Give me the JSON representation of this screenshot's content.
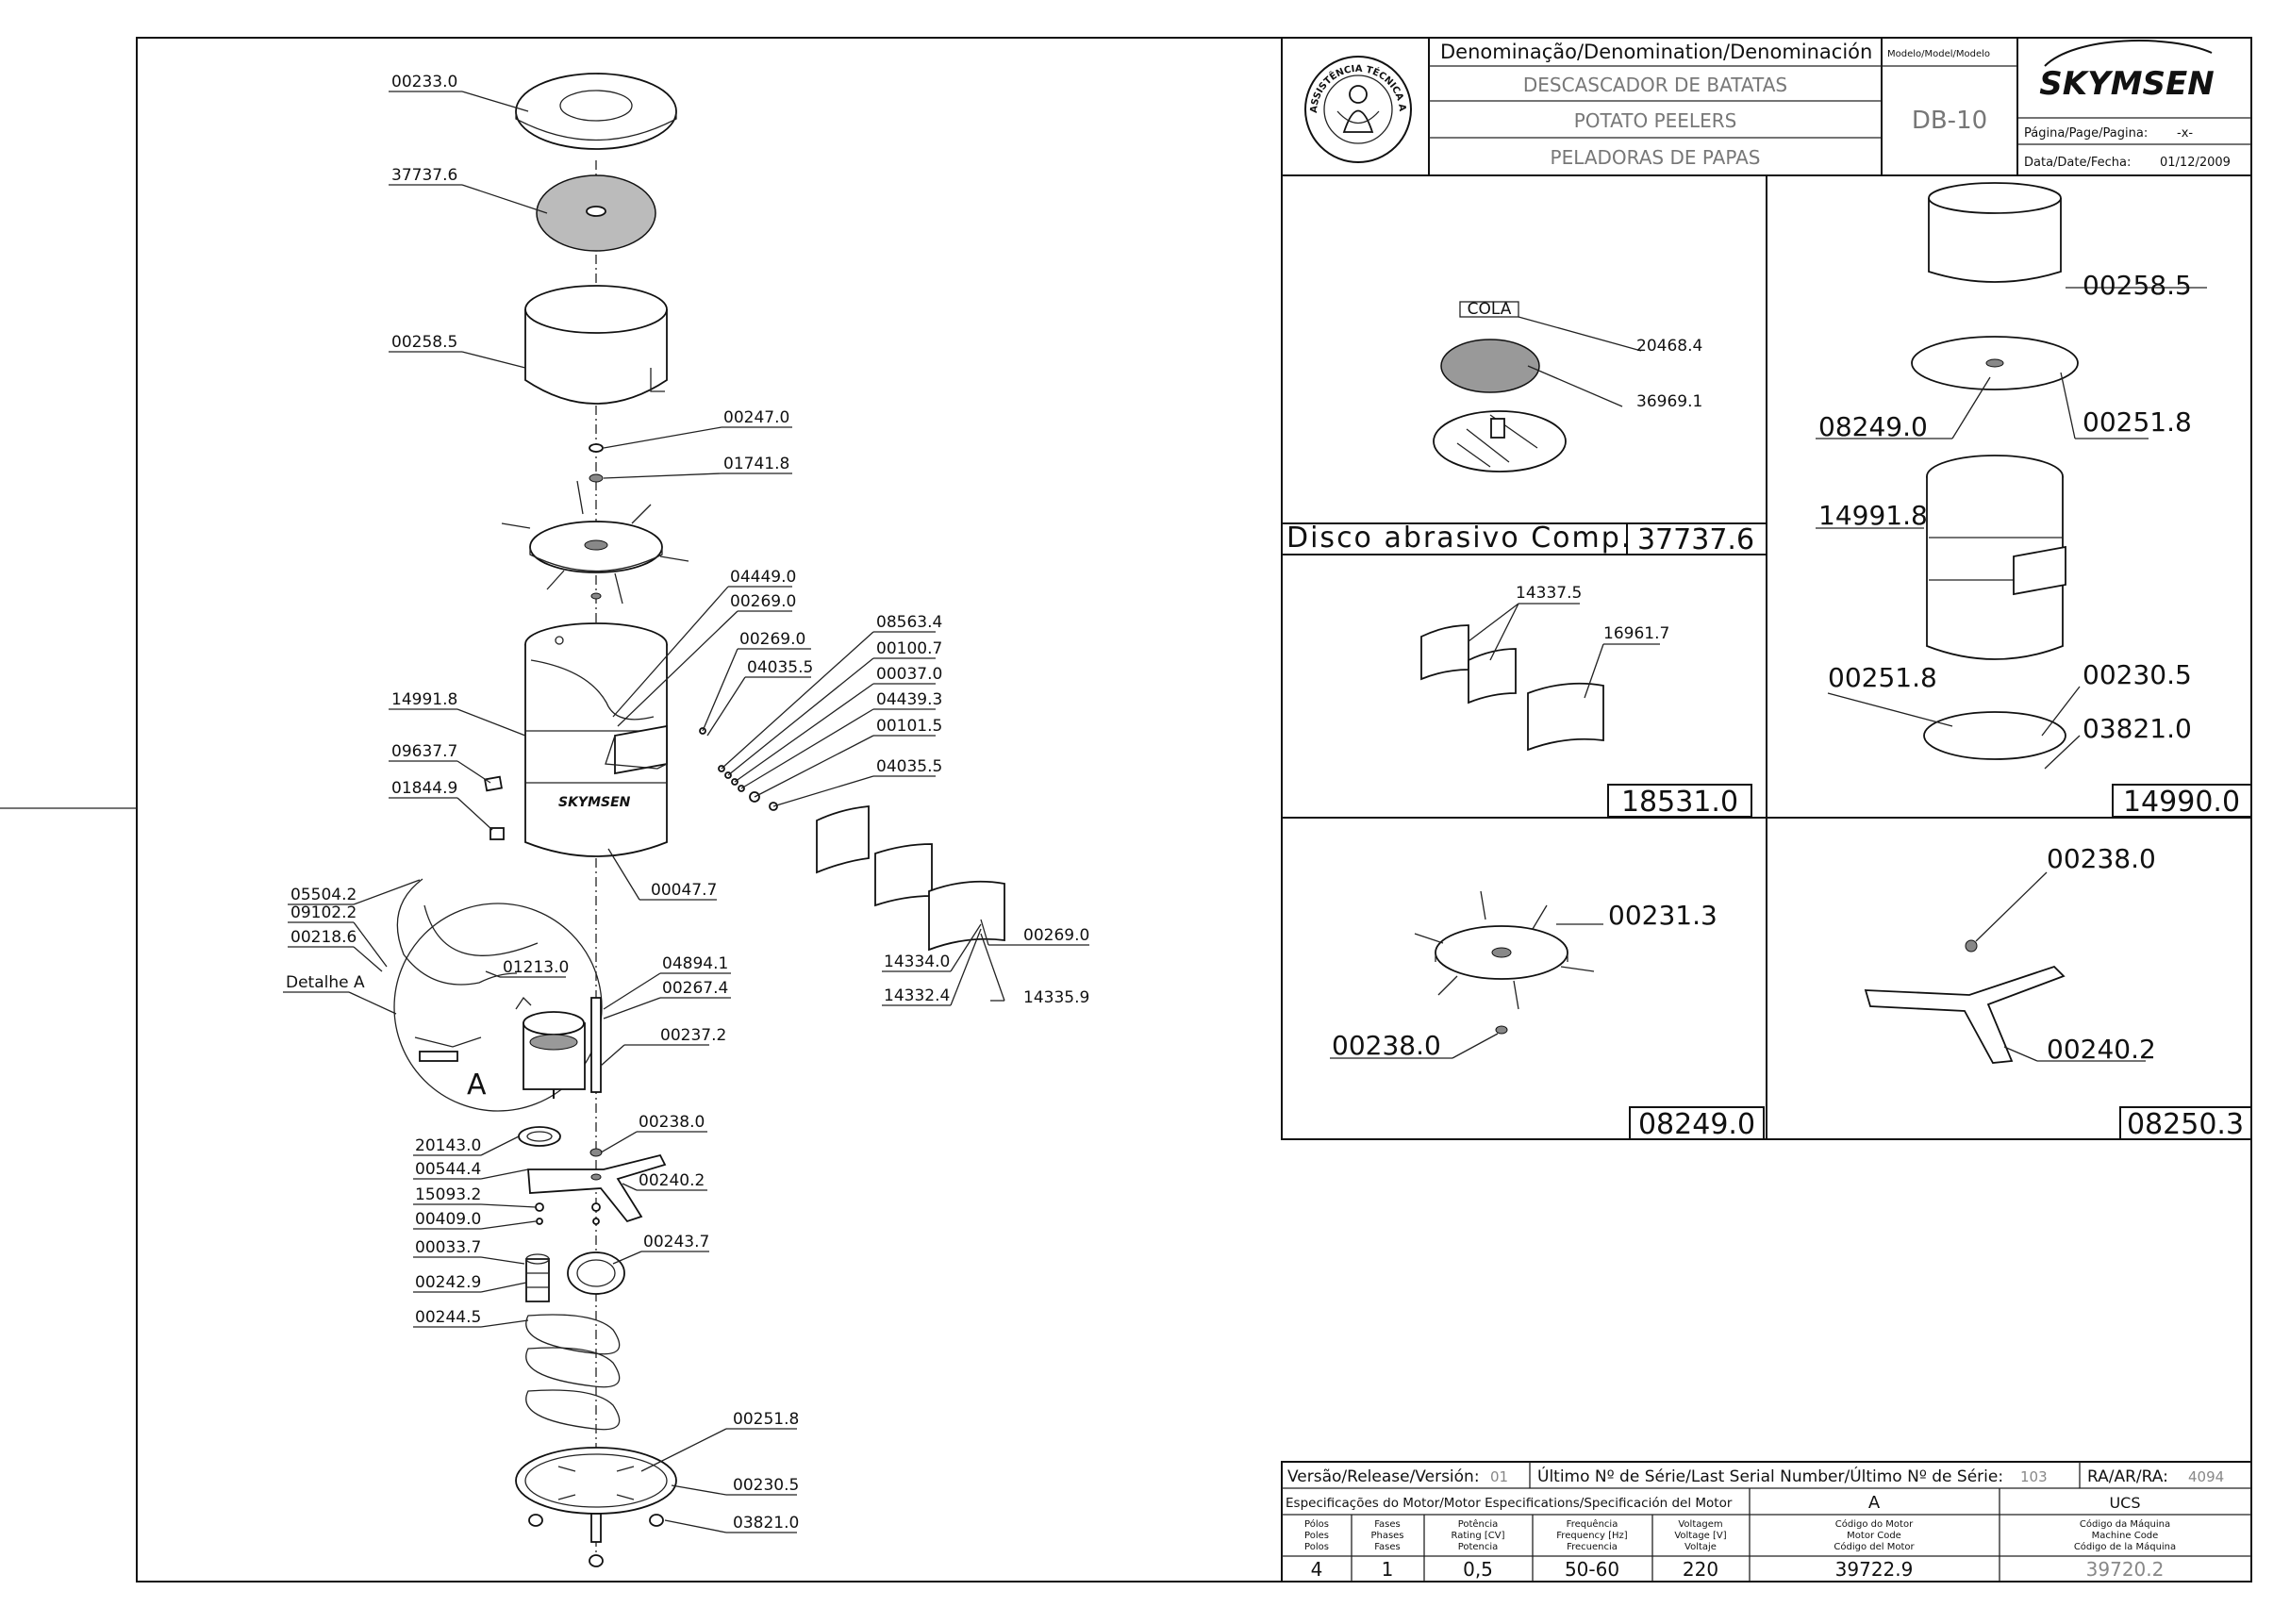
{
  "header": {
    "denomination_label": "Denominação/Denomination/Denominación",
    "model_label": "Modelo/Model/Modelo",
    "name_pt": "DESCASCADOR DE BATATAS",
    "name_en": "POTATO PEELERS",
    "name_es": "PELADORAS DE PAPAS",
    "model": "DB-10",
    "brand": "SKYMSEN",
    "page_label": "Página/Page/Pagina:",
    "page_value": "-x-",
    "date_label": "Data/Date/Fecha:",
    "date_value": "01/12/2009",
    "seal_text": "ASSISTÊNCIA TÉCNICA AUTORIZADA"
  },
  "main_labels": [
    "00233.0",
    "37737.6",
    "00258.5",
    "00247.0",
    "01741.8",
    "04449.0",
    "00269.0",
    "00269.0",
    "04035.5",
    "08563.4",
    "00100.7",
    "00037.0",
    "04439.3",
    "00101.5",
    "04035.5",
    "14991.8",
    "09637.7",
    "01844.9",
    "00047.7",
    "05504.2",
    "09102.2",
    "00218.6",
    "Detalhe A",
    "01213.0",
    "04894.1",
    "00267.4",
    "00237.2",
    "A",
    "00269.0",
    "14334.0",
    "14332.4",
    "14335.9",
    "20143.0",
    "00544.4",
    "15093.2",
    "00409.0",
    "00238.0",
    "00240.2",
    "00033.7",
    "00242.9",
    "00243.7",
    "00244.5",
    "00251.8",
    "00230.5",
    "03821.0"
  ],
  "panels": {
    "p1": {
      "labels": [
        "COLA",
        "20468.4",
        "36969.1"
      ],
      "title": "Disco abrasivo Comp.",
      "code": "37737.6"
    },
    "p2": {
      "labels": [
        "14337.5",
        "16961.7"
      ],
      "code": "18531.0"
    },
    "p3": {
      "labels": [
        "00231.3",
        "00238.0"
      ],
      "code": "08249.0"
    },
    "p4": {
      "labels": [
        "00258.5",
        "08249.0",
        "00251.8",
        "14991.8",
        "00251.8",
        "00230.5",
        "03821.0"
      ],
      "code": "14990.0"
    },
    "p5": {
      "labels": [
        "00238.0",
        "00240.2"
      ],
      "code": "08250.3"
    }
  },
  "titleblock": {
    "version_label": "Versão/Release/Versión:",
    "version_value": "01",
    "serial_label": "Último Nº de Série/Last Serial Number/Último Nº de Série:",
    "serial_value": "103",
    "ra_label": "RA/AR/RA:",
    "ra_value": "4094",
    "motor_spec_label": "Especificações do Motor/Motor Especifications/Specificación del Motor",
    "motor_col": "A",
    "machine_col": "UCS",
    "cols": [
      {
        "l1": "Pólos",
        "l2": "Poles",
        "l3": "Polos",
        "value": "4"
      },
      {
        "l1": "Fases",
        "l2": "Phases",
        "l3": "Fases",
        "value": "1"
      },
      {
        "l1": "Potência",
        "l2": "Rating [CV]",
        "l3": "Potencia",
        "value": "0,5"
      },
      {
        "l1": "Frequência",
        "l2": "Frequency [Hz]",
        "l3": "Frecuencia",
        "value": "50-60"
      },
      {
        "l1": "Voltagem",
        "l2": "Voltage [V]",
        "l3": "Voltaje",
        "value": "220"
      },
      {
        "l1": "Código do Motor",
        "l2": "Motor Code",
        "l3": "Código del Motor",
        "value": "39722.9"
      },
      {
        "l1": "Código da Máquina",
        "l2": "Machine Code",
        "l3": "Código de la Máquina",
        "value": "39720.2"
      }
    ]
  }
}
